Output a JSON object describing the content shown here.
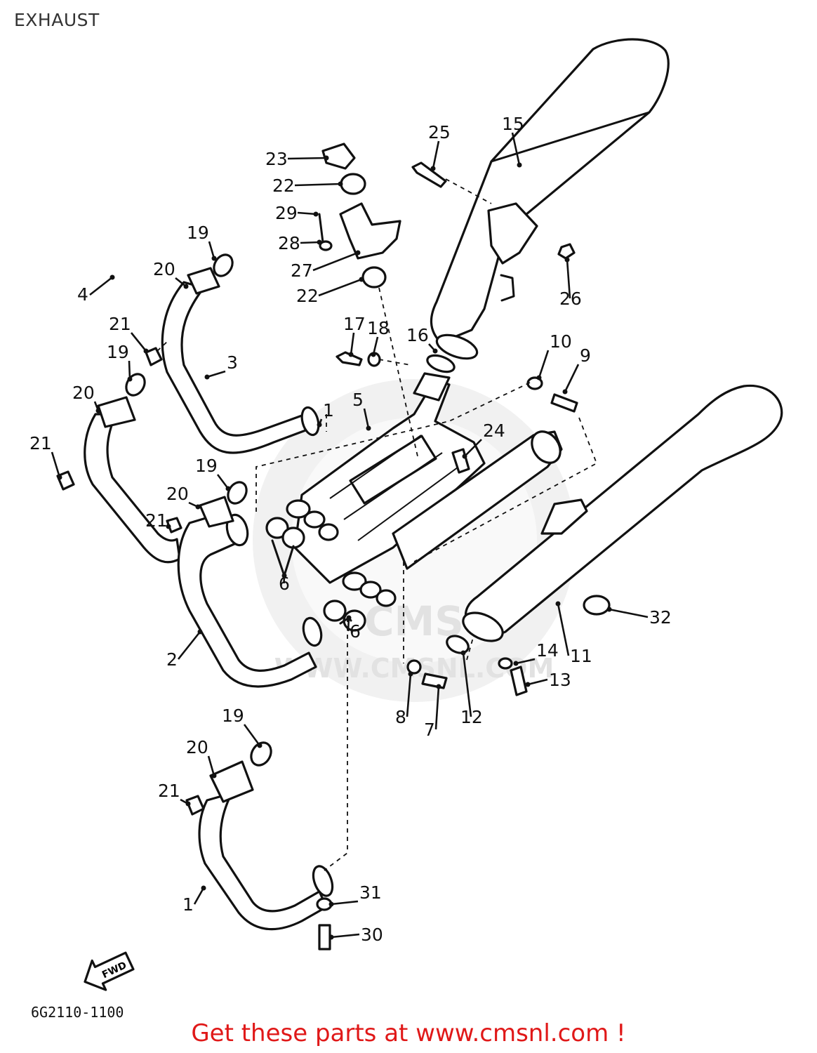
{
  "header": {
    "title": "EXHAUST"
  },
  "diagram": {
    "code": "6G2110-1100",
    "fwd_marker": "FWD",
    "watermark": "WWW.CMSNL.COM",
    "callouts": [
      {
        "id": "c15",
        "label": "15"
      },
      {
        "id": "c25",
        "label": "25"
      },
      {
        "id": "c23",
        "label": "23"
      },
      {
        "id": "c22a",
        "label": "22"
      },
      {
        "id": "c29",
        "label": "29"
      },
      {
        "id": "c28",
        "label": "28"
      },
      {
        "id": "c27",
        "label": "27"
      },
      {
        "id": "c22b",
        "label": "22"
      },
      {
        "id": "c26",
        "label": "26"
      },
      {
        "id": "c19a",
        "label": "19"
      },
      {
        "id": "c20a",
        "label": "20"
      },
      {
        "id": "c21a",
        "label": "21"
      },
      {
        "id": "c3",
        "label": "3"
      },
      {
        "id": "c19b",
        "label": "19"
      },
      {
        "id": "c20b",
        "label": "20"
      },
      {
        "id": "c21b",
        "label": "21"
      },
      {
        "id": "c17",
        "label": "17"
      },
      {
        "id": "c18",
        "label": "18"
      },
      {
        "id": "c16",
        "label": "16"
      },
      {
        "id": "c10",
        "label": "10"
      },
      {
        "id": "c9",
        "label": "9"
      },
      {
        "id": "c1a",
        "label": "1"
      },
      {
        "id": "c5",
        "label": "5"
      },
      {
        "id": "c24",
        "label": "24"
      },
      {
        "id": "c19c",
        "label": "19"
      },
      {
        "id": "c20c",
        "label": "20"
      },
      {
        "id": "c21c",
        "label": "21"
      },
      {
        "id": "c4",
        "label": "4"
      },
      {
        "id": "c6a",
        "label": "6"
      },
      {
        "id": "c6b",
        "label": "6"
      },
      {
        "id": "c2",
        "label": "2"
      },
      {
        "id": "c32",
        "label": "32"
      },
      {
        "id": "c11",
        "label": "11"
      },
      {
        "id": "c14",
        "label": "14"
      },
      {
        "id": "c13",
        "label": "13"
      },
      {
        "id": "c8",
        "label": "8"
      },
      {
        "id": "c7",
        "label": "7"
      },
      {
        "id": "c12",
        "label": "12"
      },
      {
        "id": "c19d",
        "label": "19"
      },
      {
        "id": "c20d",
        "label": "20"
      },
      {
        "id": "c21d",
        "label": "21"
      },
      {
        "id": "c1b",
        "label": "1"
      },
      {
        "id": "c31",
        "label": "31"
      },
      {
        "id": "c30",
        "label": "30"
      }
    ]
  },
  "footer": {
    "promo": "Get these parts at www.cmsnl.com !"
  }
}
